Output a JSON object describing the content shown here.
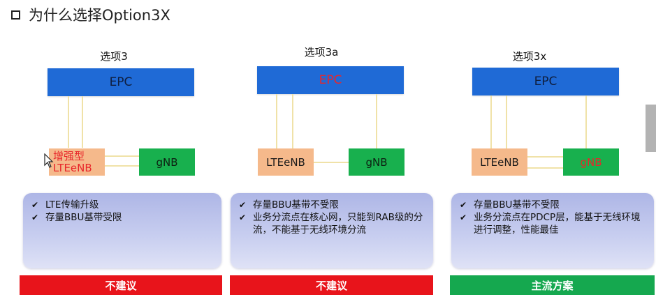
{
  "title": "为什么选择Option3X",
  "colors": {
    "epc": "#1f6ad6",
    "lte": "#f5b98b",
    "gnb": "#18b04e",
    "red_bar": "#e8141b",
    "green_bar": "#15a84f",
    "accent_red_text": "#e8262a"
  },
  "options": [
    {
      "label": "选项3",
      "epc": "EPC",
      "lte": [
        "增强型",
        "LTEeNB"
      ],
      "gnb": "gNB",
      "benefits": [
        "LTE传输升级",
        "存量BBU基带受限"
      ],
      "verdict": "不建议"
    },
    {
      "label": "选项3a",
      "epc": "EPC",
      "lte": [
        "LTEeNB"
      ],
      "gnb": "gNB",
      "benefits": [
        "存量BBU基带不受限",
        "业务分流点在核心网，只能到RAB级的分流，不能基于无线环境分流"
      ],
      "verdict": "不建议"
    },
    {
      "label": "选项3x",
      "epc": "EPC",
      "lte": [
        "LTEeNB"
      ],
      "gnb": "gNB",
      "benefits": [
        "存量BBU基带不受限",
        "业务分流点在PDCP层，能基于无线环境进行调整，性能最佳"
      ],
      "verdict": "主流方案"
    }
  ]
}
